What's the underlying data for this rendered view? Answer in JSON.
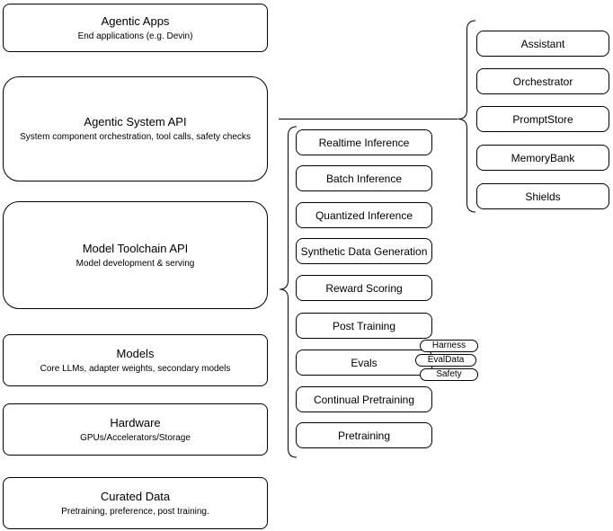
{
  "stack": [
    {
      "title": "Agentic Apps",
      "subtitle": "End applications (e.g. Devin)"
    },
    {
      "title": "Agentic System API",
      "subtitle": "System component orchestration, tool calls, safety checks"
    },
    {
      "title": "Model Toolchain API",
      "subtitle": "Model development & serving"
    },
    {
      "title": "Models",
      "subtitle": "Core LLMs, adapter weights, secondary models"
    },
    {
      "title": "Hardware",
      "subtitle": "GPUs/Accelerators/Storage"
    },
    {
      "title": "Curated Data",
      "subtitle": "Pretraining, preference, post training."
    }
  ],
  "toolchain": {
    "items": [
      "Realtime Inference",
      "Batch Inference",
      "Quantized Inference",
      "Synthetic Data Generation",
      "Reward Scoring",
      "Post Training",
      "Evals",
      "Continual Pretraining",
      "Pretraining"
    ]
  },
  "evals_tags": [
    "Harness",
    "EvalData",
    "Safety"
  ],
  "components": [
    "Assistant",
    "Orchestrator",
    "PromptStore",
    "MemoryBank",
    "Shields"
  ],
  "colors": {
    "stroke": "#000000",
    "background": "#ffffff",
    "text": "#000000"
  }
}
